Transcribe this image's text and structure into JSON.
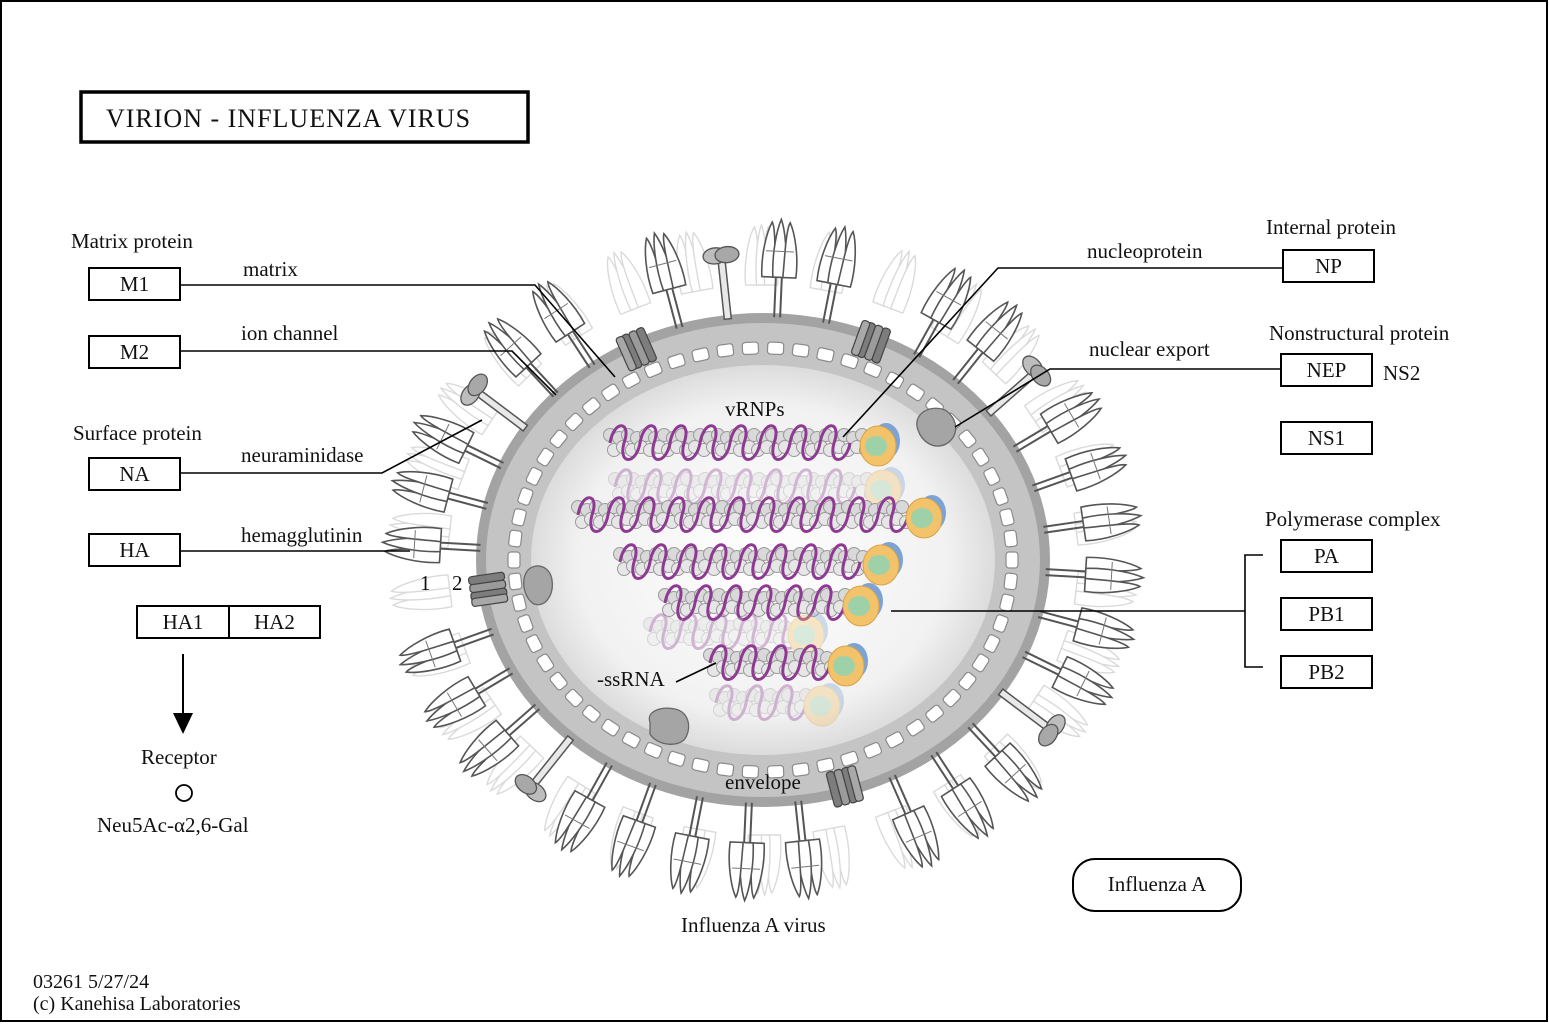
{
  "title": "VIRION  -  INFLUENZA  VIRUS",
  "groups": {
    "matrix": "Matrix protein",
    "surface": "Surface protein",
    "internal": "Internal protein",
    "nonstructural": "Nonstructural protein",
    "polymerase": "Polymerase complex"
  },
  "genes": {
    "m1": "M1",
    "m2": "M2",
    "na": "NA",
    "ha": "HA",
    "ha1": "HA1",
    "ha2": "HA2",
    "np": "NP",
    "nep": "NEP",
    "ns1": "NS1",
    "pa": "PA",
    "pb1": "PB1",
    "pb2": "PB2"
  },
  "alias": {
    "ns2": "NS2"
  },
  "callouts": {
    "matrix": "matrix",
    "ion_channel": "ion channel",
    "neuraminidase": "neuraminidase",
    "hemagglutinin": "hemagglutinin",
    "nucleoprotein": "nucleoprotein",
    "nuclear_export": "nuclear export",
    "vrnps": "vRNPs",
    "ssrna": "-ssRNA",
    "envelope": "envelope",
    "ha_num1": "1",
    "ha_num2": "2"
  },
  "receptor": {
    "label": "Receptor",
    "glycan": "Neu5Ac-α2,6-Gal"
  },
  "virus_caption": "Influenza A virus",
  "map_link": "Influenza A",
  "footer": {
    "code": "03261 5/27/24",
    "copyright": "(c) Kanehisa Laboratories"
  },
  "colors": {
    "rna": "#8e3a93",
    "np_bead": "#9a9a9a",
    "polymerase_orange": "#f2c36b",
    "polymerase_green": "#9fd1a8",
    "polymerase_blue": "#7ba3d6",
    "membrane": "#a9a9a9"
  }
}
